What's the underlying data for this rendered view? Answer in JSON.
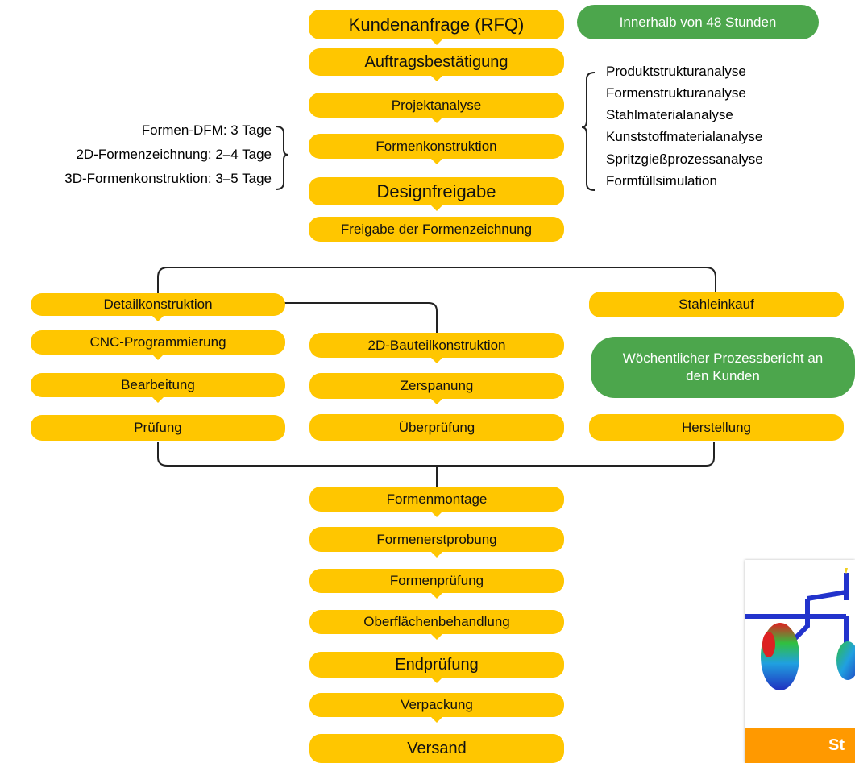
{
  "main_flow": {
    "rfq": "Kundenanfrage (RFQ)",
    "order_confirmation": "Auftragsbestätigung",
    "project_analysis": "Projektanalyse",
    "mold_design": "Formenkonstruktion",
    "design_release": "Designfreigabe",
    "drawing_release": "Freigabe der Formenzeichnung"
  },
  "rfq_note": "Innerhalb von 48 Stunden",
  "analysis_items": [
    "Produktstrukturanalyse",
    "Formenstrukturanalyse",
    "Stahlmaterialanalyse",
    "Kunststoffmaterialanalyse",
    "Spritzgießprozessanalyse",
    "Formfüllsimulation"
  ],
  "design_times": [
    "Formen-DFM: 3 Tage",
    "2D-Formenzeichnung: 2–4 Tage",
    "3D-Formenkonstruktion: 3–5 Tage"
  ],
  "left_branch": [
    "Detailkonstruktion",
    "CNC-Programmierung",
    "Bearbeitung",
    "Prüfung"
  ],
  "middle_branch": [
    "2D-Bauteilkonstruktion",
    "Zerspanung",
    "Überprüfung"
  ],
  "right_branch": {
    "steel": "Stahleinkauf",
    "weekly_report": "Wöchentlicher Prozessbericht an den Kunden",
    "manufacturing": "Herstellung"
  },
  "final_flow": [
    "Formenmontage",
    "Formenerstprobung",
    "Formenprüfung",
    "Oberflächenbehandlung",
    "Endprüfung",
    "Verpackung",
    "Versand"
  ],
  "thumbnail_label": "St",
  "colors": {
    "pill": "#FFC600",
    "green": "#4CA64C",
    "thumb_bar": "#FF9900"
  }
}
